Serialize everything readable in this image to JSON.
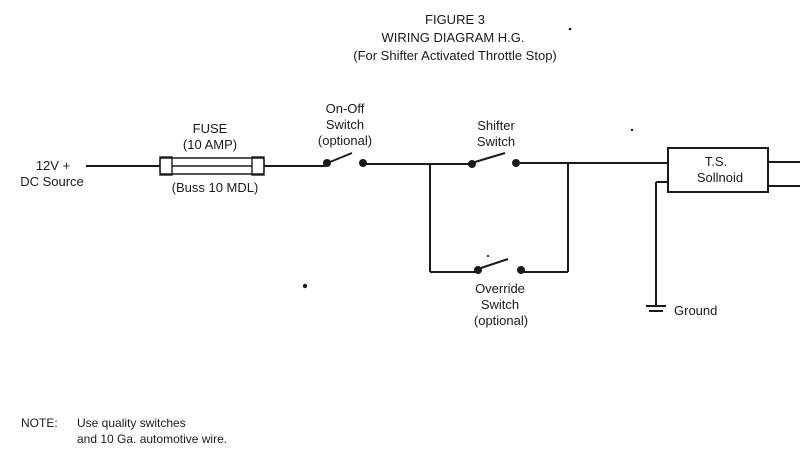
{
  "title": {
    "figure": "FIGURE 3",
    "name": "WIRING DIAGRAM H.G.",
    "subtitle": "(For Shifter Activated Throttle Stop)"
  },
  "source": {
    "voltage": "12V +",
    "label": "DC Source"
  },
  "fuse": {
    "title": "FUSE",
    "rating": "(10 AMP)",
    "type": "(Buss 10 MDL)"
  },
  "on_off_switch": {
    "line1": "On-Off",
    "line2": "Switch",
    "line3": "(optional)"
  },
  "shifter_switch": {
    "line1": "Shifter",
    "line2": "Switch"
  },
  "override_switch": {
    "line1": "Override",
    "line2": "Switch",
    "line3": "(optional)"
  },
  "solenoid": {
    "line1": "T.S.",
    "line2": "Sollnoid"
  },
  "ground": {
    "label": "Ground"
  },
  "note": {
    "prefix": "NOTE:",
    "line1": "Use quality switches",
    "line2": "and 10 Ga. automotive wire."
  },
  "colors": {
    "ink": "#1a1a1a",
    "paper": "#ffffff"
  }
}
